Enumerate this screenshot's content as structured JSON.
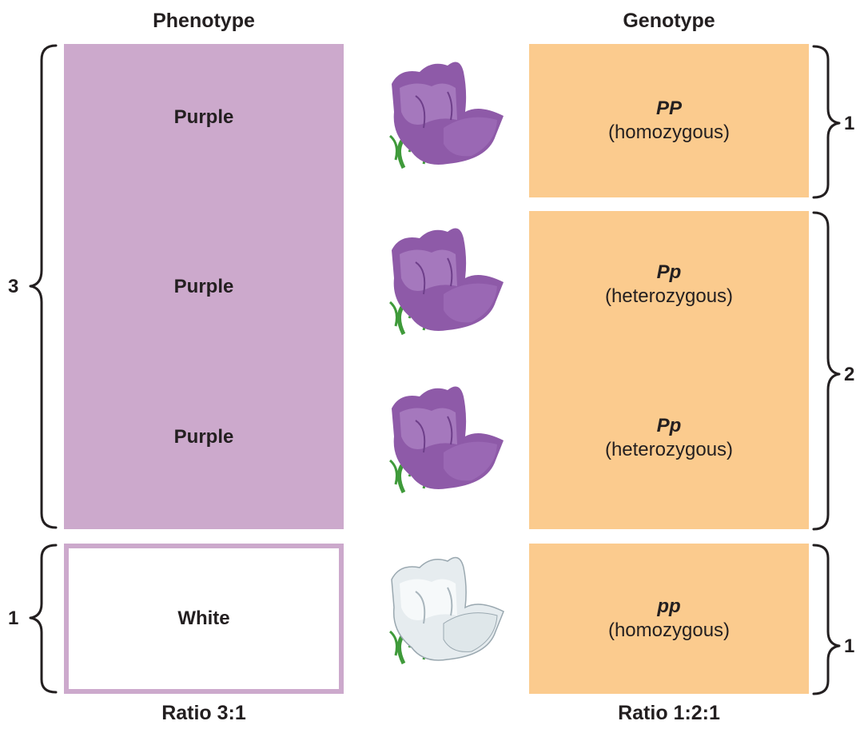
{
  "headers": {
    "phenotype": "Phenotype",
    "genotype": "Genotype"
  },
  "phenotypes": [
    "Purple",
    "Purple",
    "Purple",
    "White"
  ],
  "phenotype_counts": {
    "purple": "3",
    "white": "1"
  },
  "genotypes": [
    {
      "symbol": "PP",
      "zygosity": "(homozygous)"
    },
    {
      "symbol": "Pp",
      "zygosity": "(heterozygous)"
    },
    {
      "symbol": "Pp",
      "zygosity": "(heterozygous)"
    },
    {
      "symbol": "pp",
      "zygosity": "(homozygous)"
    }
  ],
  "genotype_counts": {
    "PP": "1",
    "Pp": "2",
    "pp": "1"
  },
  "ratios": {
    "phenotype": "Ratio 3:1",
    "genotype": "Ratio 1:2:1"
  },
  "flower_colors": [
    "purple",
    "purple",
    "purple",
    "white"
  ],
  "colors": {
    "purple_box": "#cca9cc",
    "genotype_box": "#fbcb8e",
    "purple_flower": "#8e5aa8",
    "white_flower": "#e6ecef",
    "stem": "#3f9a3a"
  }
}
